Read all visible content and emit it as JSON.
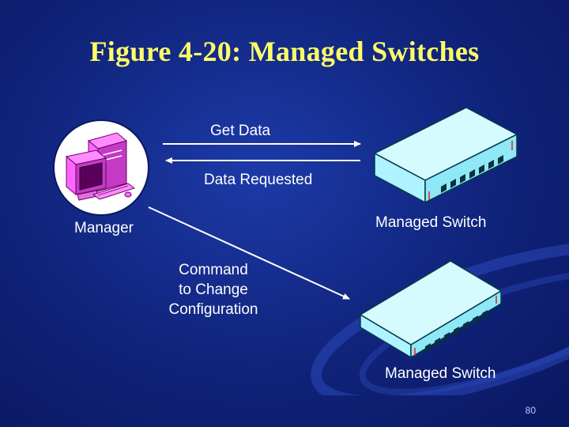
{
  "slide": {
    "title": "Figure 4-20: Managed Switches",
    "page_number": "80"
  },
  "diagram": {
    "manager_label": "Manager",
    "switch_top_label": "Managed Switch",
    "switch_bottom_label": "Managed Switch",
    "get_data_label": "Get Data",
    "data_requested_label": "Data Requested",
    "command_label_line1": "Command",
    "command_label_line2": "to Change",
    "command_label_line3": "Configuration"
  },
  "colors": {
    "title": "#ffff66",
    "text": "#ffffff",
    "background": "#1530a0",
    "switch_face": "#aef3ff",
    "arrow": "#ffffff"
  }
}
